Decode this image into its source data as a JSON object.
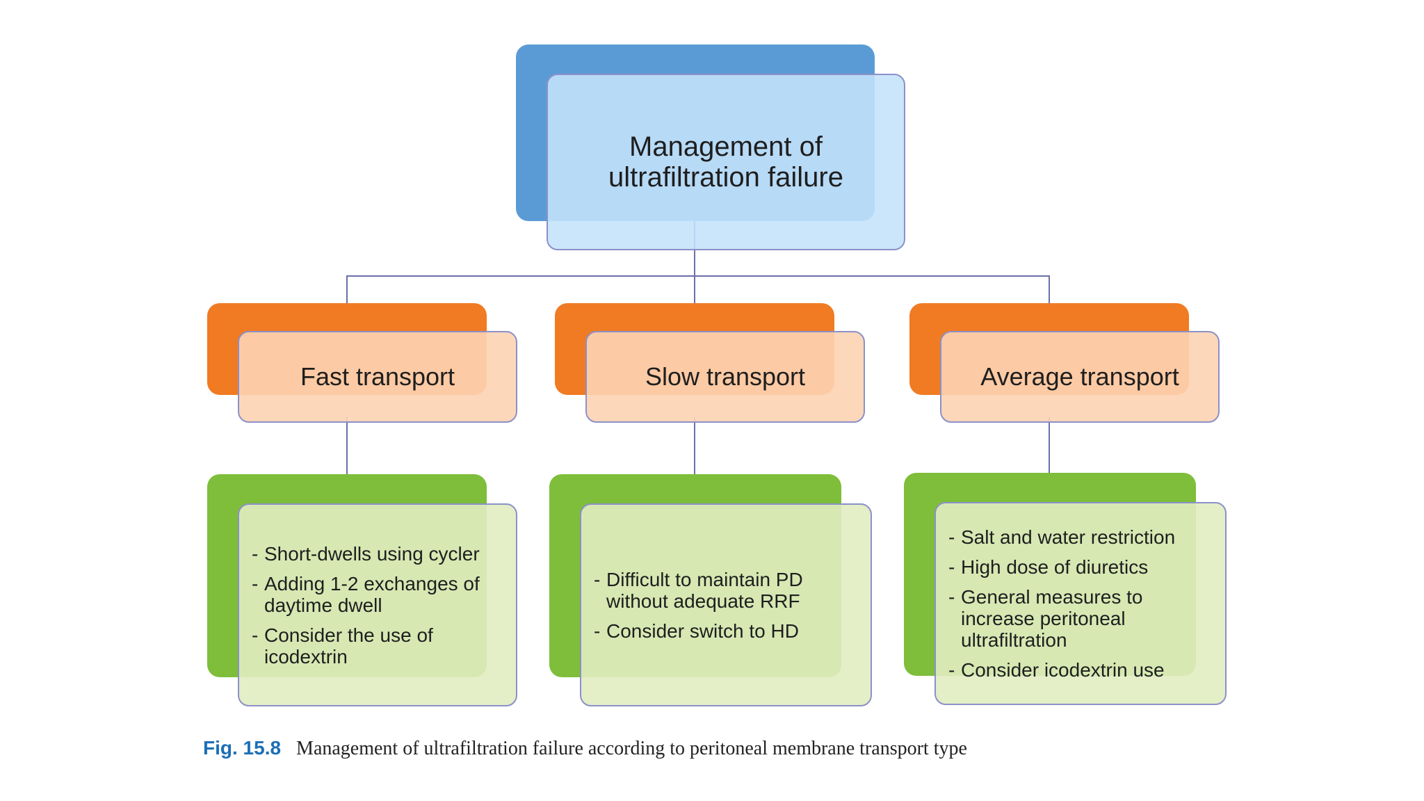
{
  "root": {
    "title": "Management of ultrafiltration failure",
    "color": "#5b9bd5"
  },
  "transport_types": [
    {
      "title": "Fast transport",
      "color": "#f07b23",
      "measures": [
        "Short-dwells using cycler",
        "Adding 1-2 exchanges of daytime dwell",
        "Consider the use of icodextrin"
      ]
    },
    {
      "title": "Slow transport",
      "color": "#f07b23",
      "measures": [
        "Difficult to maintain PD without adequate RRF",
        "Consider switch to HD"
      ]
    },
    {
      "title": "Average transport",
      "color": "#f07b23",
      "measures": [
        "Salt and water restriction",
        "High dose of diuretics",
        "General measures to increase peritoneal ultrafiltration",
        "Consider icodextrin use"
      ]
    }
  ],
  "measure_box_color": "#7ebe3a",
  "bullet_marker": "-",
  "caption": {
    "label": "Fig. 15.8",
    "text": "Management of ultrafiltration failure according to peritoneal membrane transport type",
    "label_color": "#1b6fb5"
  }
}
